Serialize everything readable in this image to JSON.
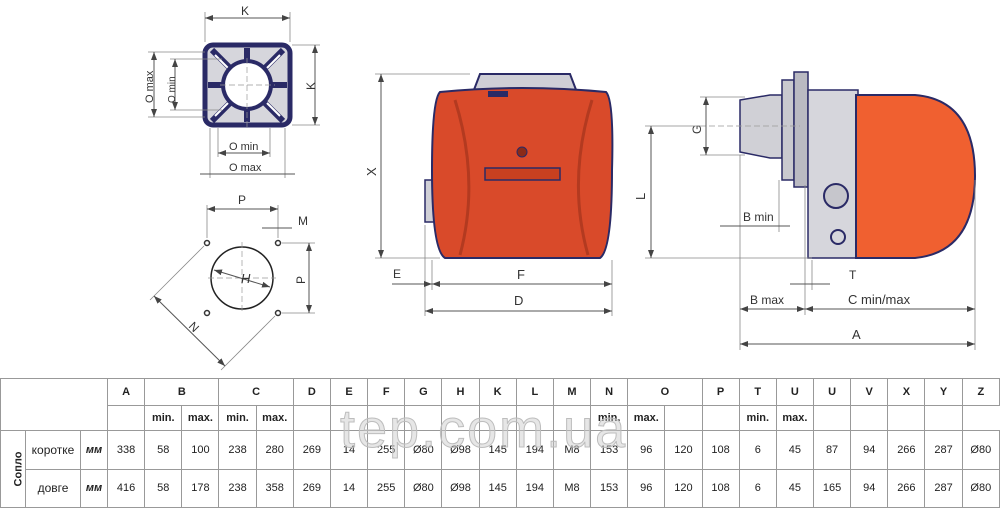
{
  "colors": {
    "body": "#d94a2a",
    "body_dark": "#b33a20",
    "outline": "#2a2a66",
    "flange": "#c9c9cf",
    "accent_orange": "#f06030"
  },
  "drawing_labels": {
    "flange_view": {
      "k_top": "K",
      "k_right": "K",
      "o_max_left": "O max",
      "o_min_left": "O min",
      "o_min_bottom": "O min",
      "o_max_bottom": "O max"
    },
    "mount_view": {
      "p_top": "P",
      "m": "M",
      "h": "H",
      "p_right": "P",
      "n": "N"
    },
    "front_view": {
      "x": "X",
      "e": "E",
      "f": "F",
      "d": "D"
    },
    "side_view": {
      "g": "G",
      "l": "L",
      "b_min": "B min",
      "t": "T",
      "b_max": "B max",
      "c_minmax": "C min/max",
      "a": "A"
    }
  },
  "watermark": "tep.com.ua",
  "table": {
    "group_label": "Сопло",
    "unit": "мм",
    "headers": [
      "A",
      "B",
      "C",
      "D",
      "E",
      "F",
      "G",
      "H",
      "K",
      "L",
      "M",
      "N",
      "O",
      "P",
      "T",
      "U",
      "U",
      "V",
      "X",
      "Y",
      "Z"
    ],
    "header_spans": [
      1,
      2,
      2,
      1,
      1,
      1,
      1,
      1,
      1,
      1,
      1,
      1,
      2,
      1,
      1,
      1,
      1,
      1,
      1,
      1,
      1
    ],
    "subheaders": [
      "",
      "min.",
      "max.",
      "min.",
      "max.",
      "",
      "",
      "",
      "",
      "",
      "",
      "",
      "",
      "min.",
      "max.",
      "",
      "",
      "min.",
      "max.",
      "",
      "",
      "",
      ""
    ],
    "rows": [
      {
        "label": "коротке",
        "values": [
          "338",
          "58",
          "100",
          "238",
          "280",
          "269",
          "14",
          "255",
          "Ø80",
          "Ø98",
          "145",
          "194",
          "M8",
          "153",
          "96",
          "120",
          "108",
          "6",
          "45",
          "87",
          "94",
          "266",
          "287",
          "Ø80"
        ]
      },
      {
        "label": "довге",
        "values": [
          "416",
          "58",
          "178",
          "238",
          "358",
          "269",
          "14",
          "255",
          "Ø80",
          "Ø98",
          "145",
          "194",
          "M8",
          "153",
          "96",
          "120",
          "108",
          "6",
          "45",
          "165",
          "94",
          "266",
          "287",
          "Ø80"
        ]
      }
    ]
  }
}
